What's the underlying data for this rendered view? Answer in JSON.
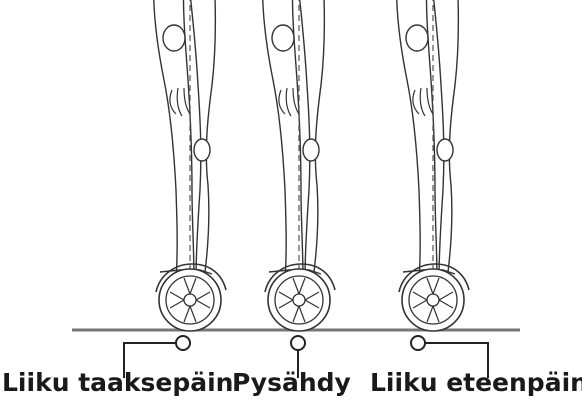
{
  "labels": {
    "backward": "Liiku taaksepäin",
    "stop": "Pysähdy",
    "forward": "Liiku eteenpäin"
  },
  "colors": {
    "line": "#333333",
    "text": "#1a1a1a",
    "ground": "#777777"
  }
}
